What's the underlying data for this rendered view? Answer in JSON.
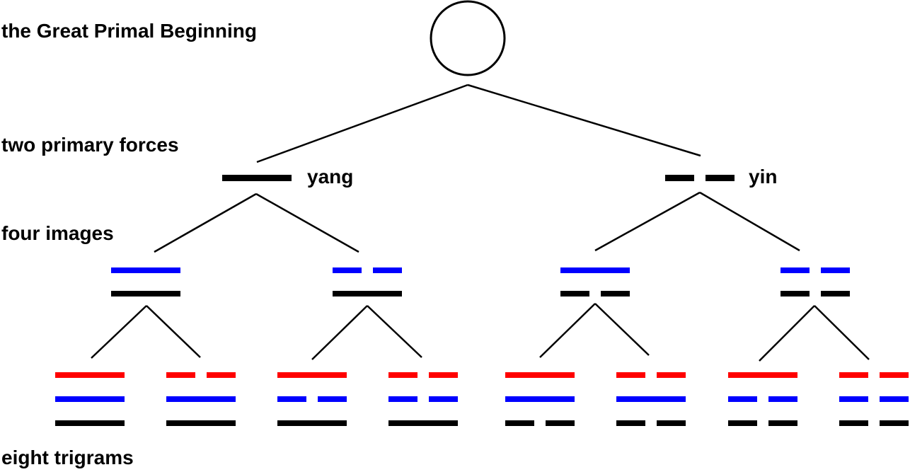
{
  "levels": {
    "great_beginning": "the Great Primal Beginning",
    "primary_forces": "two primary forces",
    "four_images": "four images",
    "eight_trigrams": "eight trigrams"
  },
  "forces": {
    "yang": "yang",
    "yin": "yin"
  },
  "colors": {
    "line": "#000000",
    "red": "#ff0000",
    "blue": "#0000ff",
    "black": "#000000"
  },
  "images": [
    {
      "lines": [
        "solid",
        "solid"
      ]
    },
    {
      "lines": [
        "broken",
        "solid"
      ]
    },
    {
      "lines": [
        "solid",
        "broken"
      ]
    },
    {
      "lines": [
        "broken",
        "broken"
      ]
    }
  ],
  "trigrams": [
    {
      "lines": [
        "solid",
        "solid",
        "solid"
      ]
    },
    {
      "lines": [
        "broken",
        "solid",
        "solid"
      ]
    },
    {
      "lines": [
        "solid",
        "broken",
        "solid"
      ]
    },
    {
      "lines": [
        "broken",
        "broken",
        "solid"
      ]
    },
    {
      "lines": [
        "solid",
        "solid",
        "broken"
      ]
    },
    {
      "lines": [
        "broken",
        "solid",
        "broken"
      ]
    },
    {
      "lines": [
        "solid",
        "broken",
        "broken"
      ]
    },
    {
      "lines": [
        "broken",
        "broken",
        "broken"
      ]
    }
  ]
}
